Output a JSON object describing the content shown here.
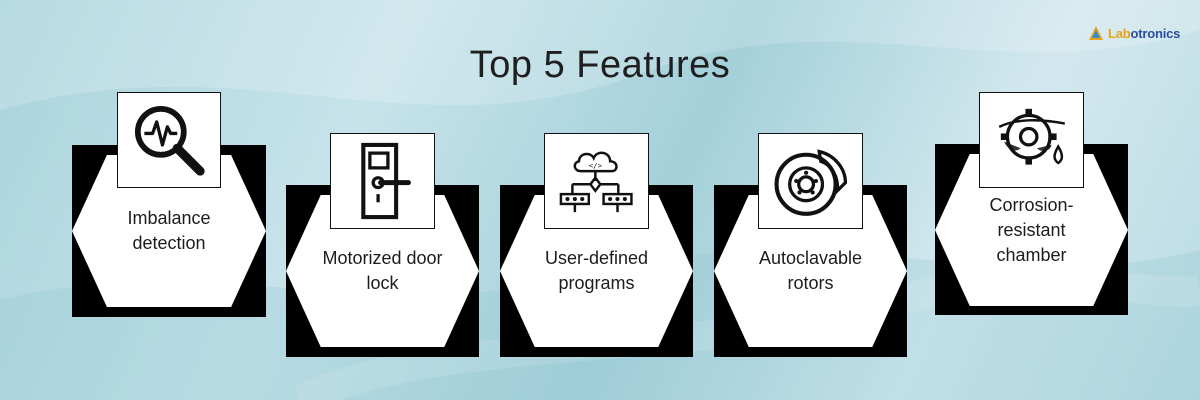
{
  "title": "Top 5 Features",
  "brand": {
    "name_prefix": "Lab",
    "name_suffix": "otronics",
    "accent_color": "#e8a317",
    "text_color": "#2a4f9e"
  },
  "features": [
    {
      "label": "Imbalance detection",
      "icon": "magnifier-pulse-icon"
    },
    {
      "label": "Motorized door lock",
      "icon": "door-lock-icon"
    },
    {
      "label": "User-defined programs",
      "icon": "cloud-flowchart-icon"
    },
    {
      "label": "Autoclavable rotors",
      "icon": "disc-rotor-icon"
    },
    {
      "label": "Corrosion-resistant chamber",
      "icon": "gear-corrosion-icon"
    }
  ]
}
